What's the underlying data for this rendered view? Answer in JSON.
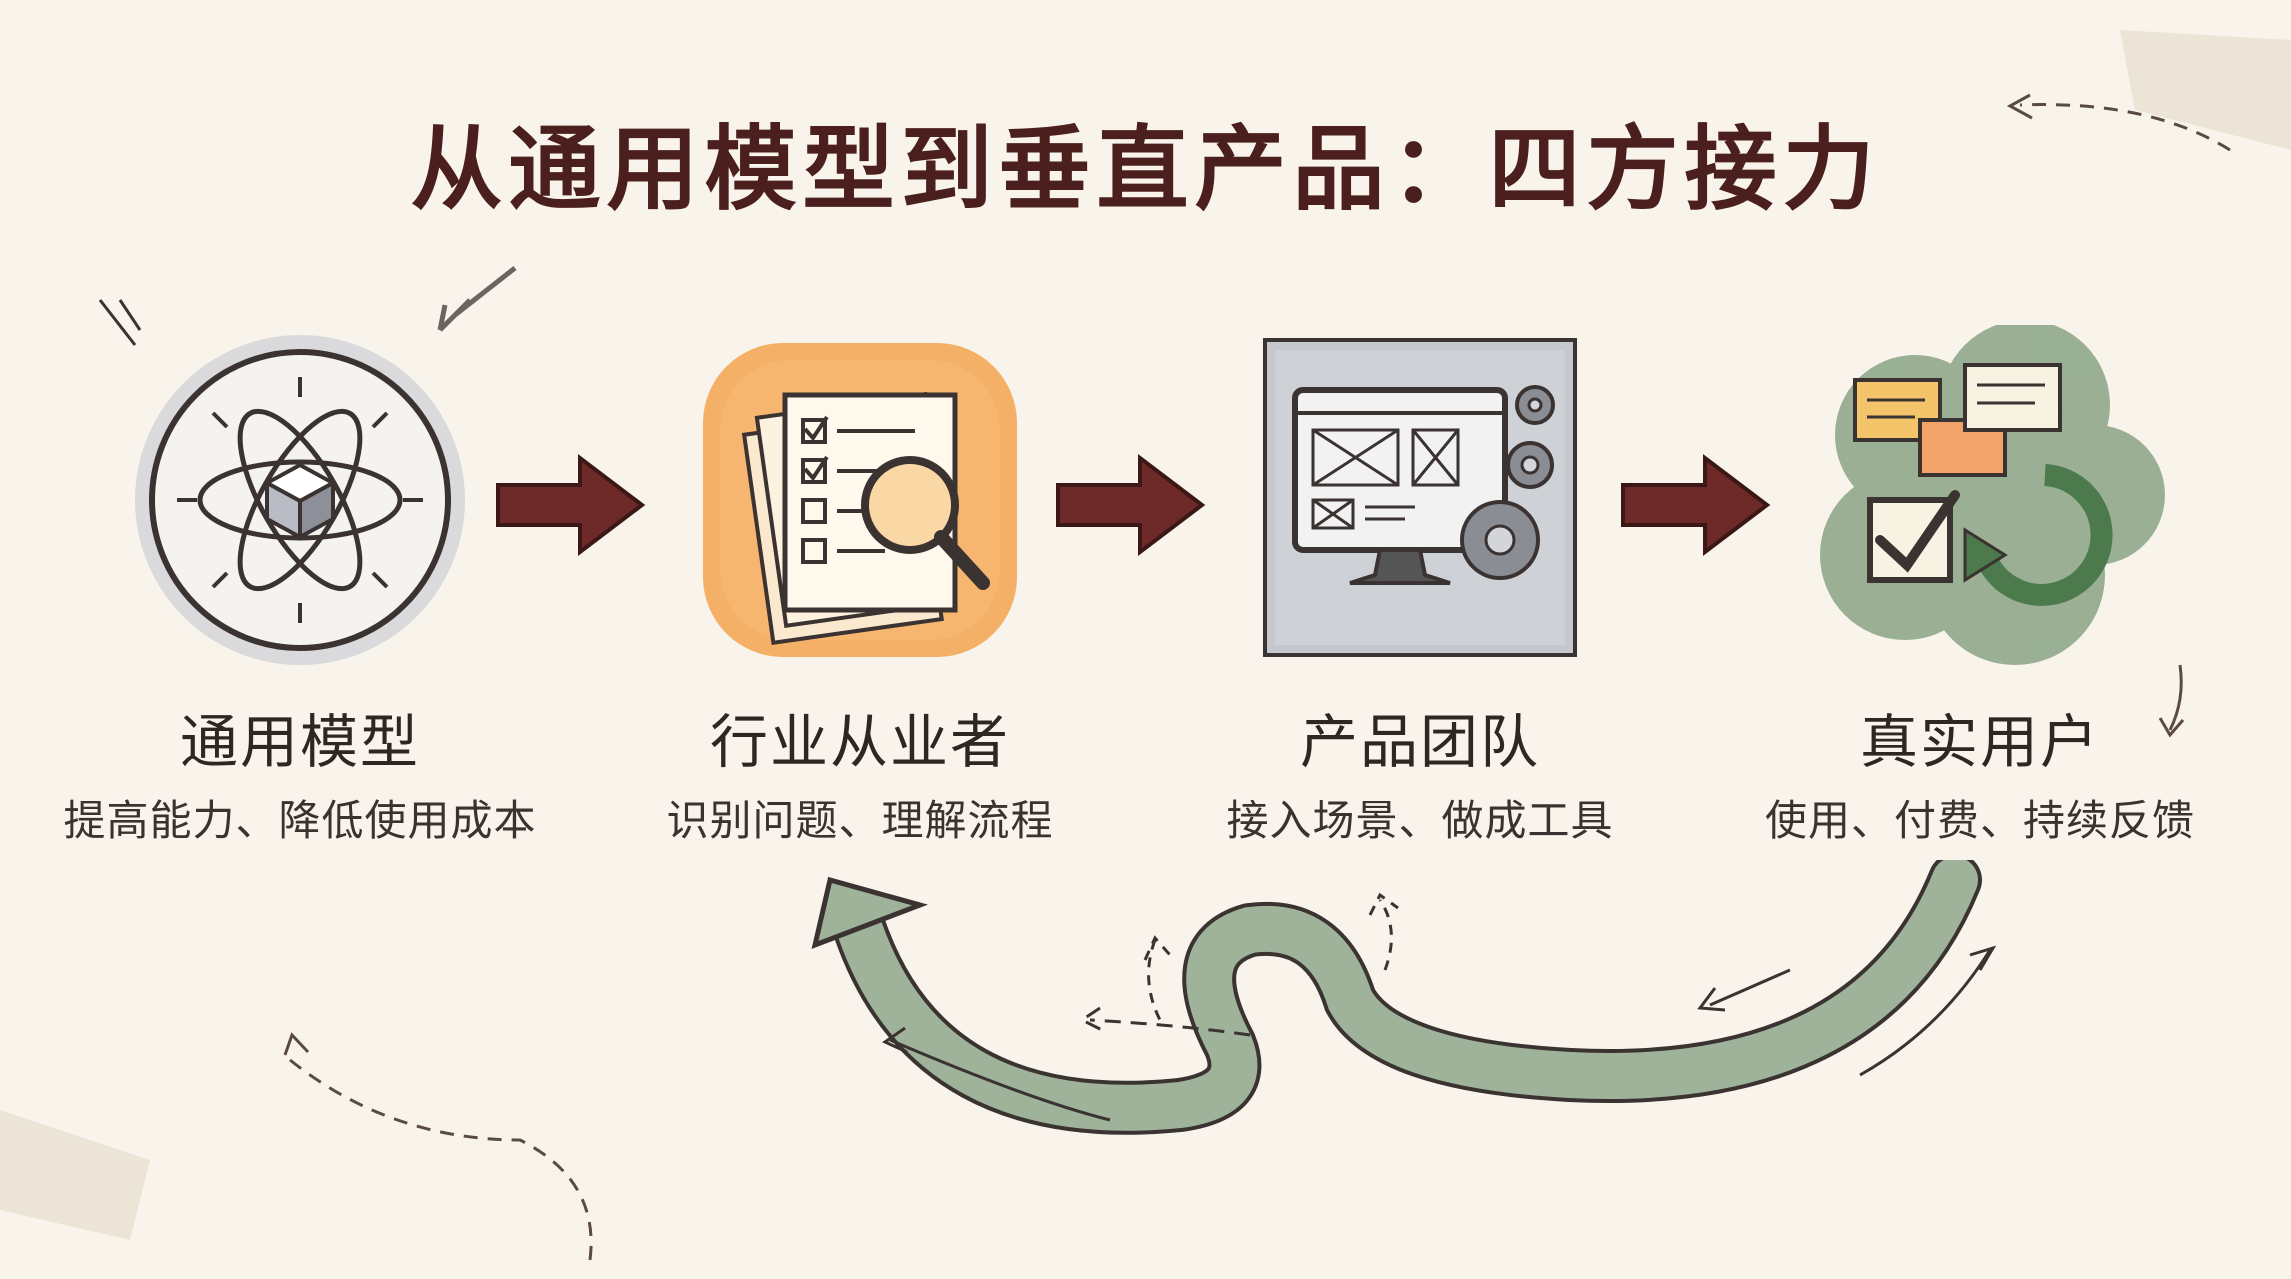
{
  "title": "从通用模型到垂直产品：四方接力",
  "stages": [
    {
      "label": "通用模型",
      "desc": "提高能力、降低使用成本",
      "icon": "atom-cube-icon"
    },
    {
      "label": "行业从业者",
      "desc": "识别问题、理解流程",
      "icon": "checklist-magnifier-icon"
    },
    {
      "label": "产品团队",
      "desc": "接入场景、做成工具",
      "icon": "monitor-gears-icon"
    },
    {
      "label": "真实用户",
      "desc": "使用、付费、持续反馈",
      "icon": "feedback-cloud-icon"
    }
  ],
  "icons": {
    "flow_arrow": "right-arrow-icon",
    "feedback_loop": "feedback-loop-arrow-icon"
  },
  "colors": {
    "title": "#4a1f1d",
    "flow_arrow": "#6e2a28",
    "model_stage": "#cfd2d8",
    "practitioner_stage": "#f3a958",
    "product_stage": "#c4c7ce",
    "user_stage": "#8aa386",
    "feedback_loop": "#9fb39a",
    "background": "#f7f1e6"
  }
}
